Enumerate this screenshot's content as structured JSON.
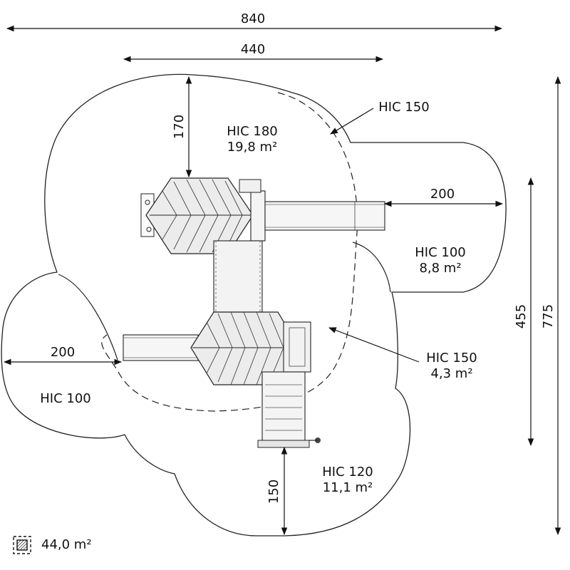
{
  "dimensions": {
    "overall_width": "840",
    "inner_width": "440",
    "top_gap": "170",
    "right_gap": "200",
    "left_gap": "200",
    "bottom_gap": "150",
    "height_inner": "455",
    "height_total": "775"
  },
  "zones": {
    "main": {
      "hic": "HIC 180",
      "area": "19,8 m²"
    },
    "dashed_top": {
      "hic": "HIC 150"
    },
    "right": {
      "hic": "HIC 100",
      "area": "8,8 m²"
    },
    "middle": {
      "hic": "HIC 150",
      "area": "4,3 m²"
    },
    "left": {
      "hic": "HIC 100"
    },
    "bottom": {
      "hic": "HIC 120",
      "area": "11,1 m²"
    }
  },
  "legend": {
    "total_area": "44,0 m²",
    "icon": "hatched-square-icon"
  }
}
